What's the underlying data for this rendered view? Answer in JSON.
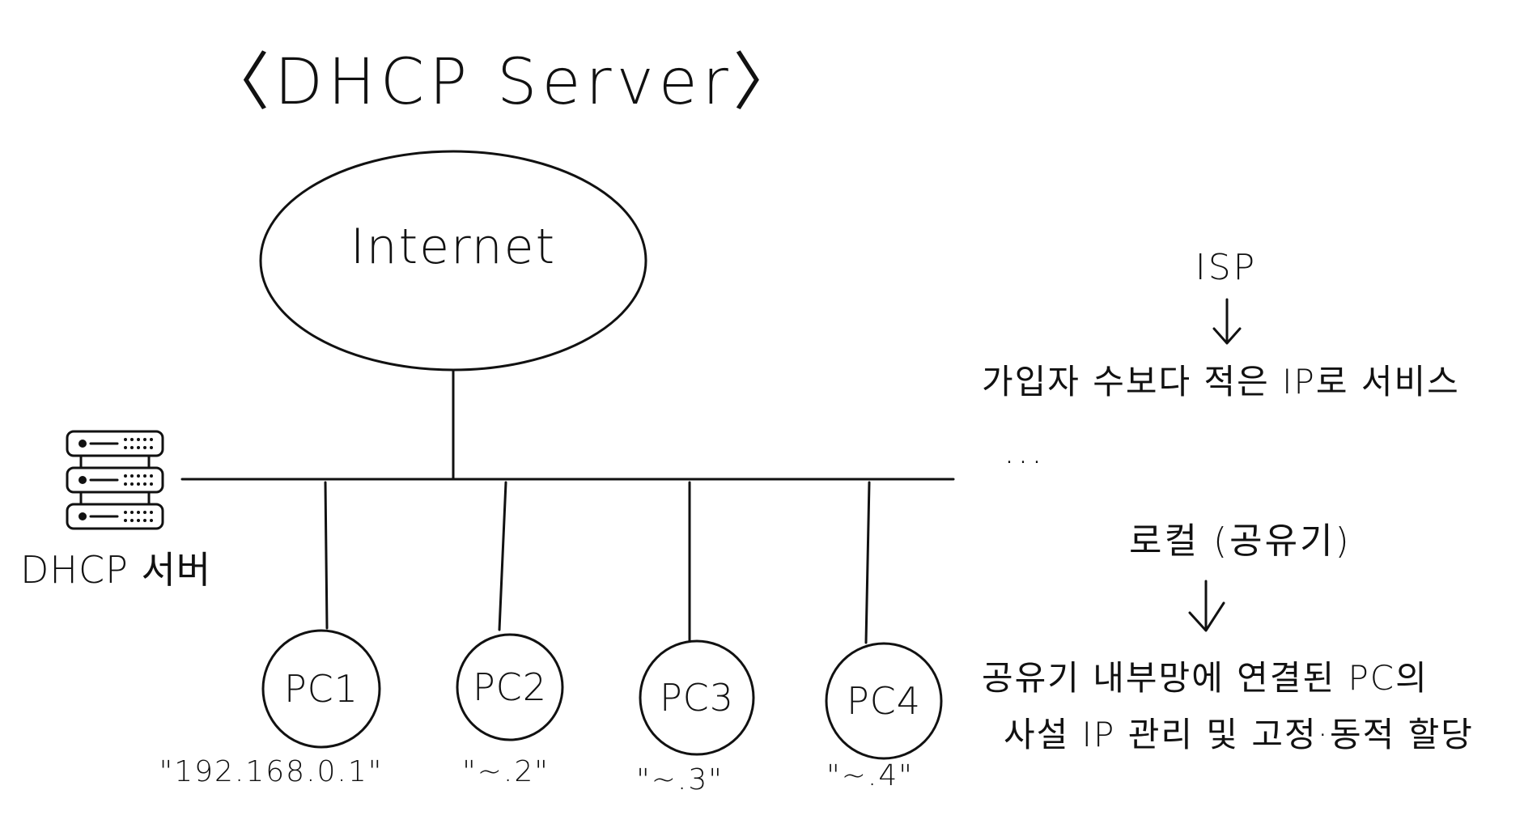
{
  "title": "〈DHCP Server〉",
  "network": {
    "cloud_label": "Internet",
    "server_label": "DHCP 서버",
    "pcs": [
      {
        "label": "PC1",
        "ip": "\"192.168.0.1\""
      },
      {
        "label": "PC2",
        "ip": "\"~.2\""
      },
      {
        "label": "PC3",
        "ip": "\"~.3\""
      },
      {
        "label": "PC4",
        "ip": "\"~.4\""
      }
    ]
  },
  "notes": {
    "isp": "ISP",
    "isp_desc": "가입자 수보다 적은 IP로 서비스",
    "ellipsis": "...",
    "local": "로컬 (공유기)",
    "local_desc_1": "공유기 내부망에 연결된 PC의",
    "local_desc_2": "사설 IP 관리 및 고정·동적 할당"
  }
}
